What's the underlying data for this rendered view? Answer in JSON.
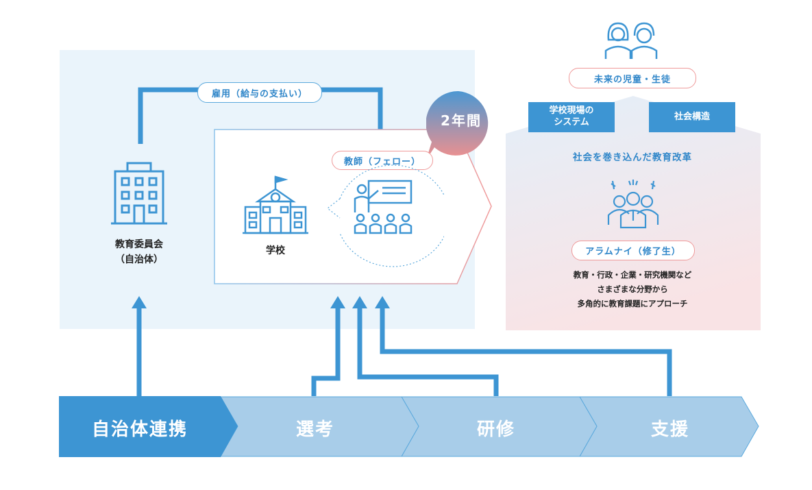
{
  "employment_label": "雇用（給与の支払い）",
  "duration_badge": "2年間",
  "teacher_label": "教師（フェロー）",
  "board": {
    "line1": "教育委員会",
    "line2": "（自治体）"
  },
  "school_label": "学校",
  "future_label": "未来の児童・生徒",
  "box_school_system": {
    "line1": "学校現場の",
    "line2": "システム"
  },
  "box_social_structure": "社会構造",
  "reform_label": "社会を巻き込んだ教育改革",
  "alumni_label": "アラムナイ（修了生）",
  "alumni_desc": {
    "line1": "教育・行政・企業・研究機関など",
    "line2": "さまざまな分野から",
    "line3": "多角的に教育課題にアプローチ"
  },
  "stages": [
    "自治体連携",
    "選考",
    "研修",
    "支援"
  ],
  "colors": {
    "primary": "#3d95d3",
    "light_panel": "#eaf4fb",
    "stage_light": "#a8cde9",
    "badge_pink": "#f08a8a"
  },
  "icons": [
    "office-building-icon",
    "school-building-icon",
    "teacher-classroom-icon",
    "children-icon",
    "alumni-group-icon"
  ]
}
